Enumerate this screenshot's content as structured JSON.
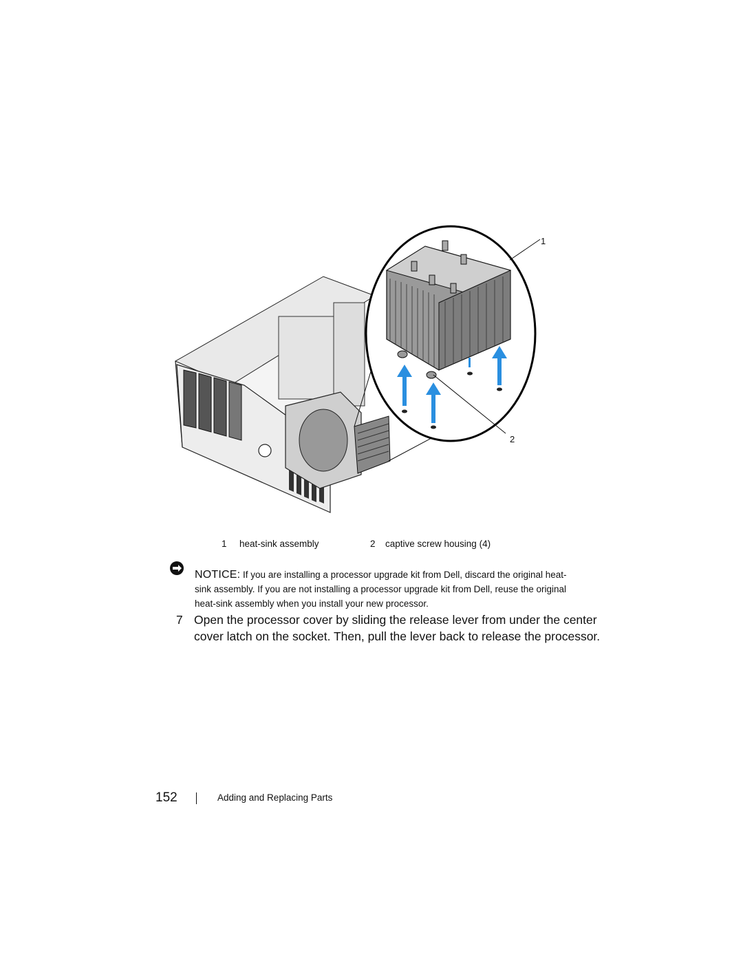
{
  "figure": {
    "callouts": [
      "1",
      "2"
    ],
    "colors": {
      "arrow": "#2a8fe0",
      "line": "#000000"
    },
    "legend": [
      {
        "num": "1",
        "label": "heat-sink assembly"
      },
      {
        "num": "2",
        "label": "captive screw housing (4)"
      }
    ]
  },
  "notice": {
    "icon": "notice-icon",
    "label": "NOTICE:",
    "text": " If you are installing a processor upgrade kit from Dell, discard the original heat-sink assembly. If you are not installing a processor upgrade kit from Dell, reuse the original heat-sink assembly when you install your new processor."
  },
  "step": {
    "number": "7",
    "text": "Open the processor cover by sliding the release lever from under the center cover latch on the socket. Then, pull the lever back to release the processor."
  },
  "footer": {
    "page_number": "152",
    "section": "Adding and Replacing Parts"
  }
}
